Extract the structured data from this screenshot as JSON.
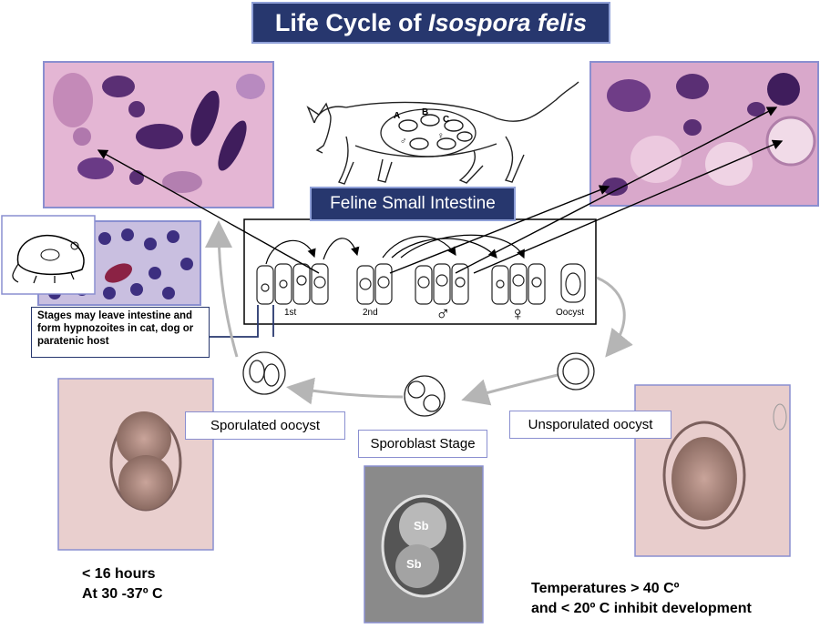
{
  "title": {
    "prefix": "Life Cycle of ",
    "species": "Isospora felis"
  },
  "region_label": "Feline Small Intestine",
  "stage_labels": {
    "first": "1st",
    "second": "2nd",
    "male": "♂",
    "female": "♀",
    "oocyst": "Oocyst"
  },
  "cat_letters": {
    "a": "A",
    "b": "B",
    "c": "C",
    "male": "♂",
    "female": "♀"
  },
  "stages_note": "Stages may leave intestine and form hypnozoites in cat, dog or paratenic host",
  "cycle_labels": {
    "sporulated": "Sporulated oocyst",
    "sporoblast": "Sporoblast Stage",
    "unsporulated": "Unsporulated oocyst"
  },
  "sporoblast_marks": {
    "top": "Sb",
    "bottom": "Sb"
  },
  "notes": {
    "time_line1": "< 16 hours",
    "time_line2": "At 30 -37º C",
    "temp_line1": "Temperatures > 40 Cº",
    "temp_line2": "and < 20º C inhibit development"
  },
  "colors": {
    "navy": "#27376e",
    "box_border": "#8a8fd0",
    "tissue_pink": "#e6b8d6",
    "oocyst_bg": "#e8cdcc"
  }
}
